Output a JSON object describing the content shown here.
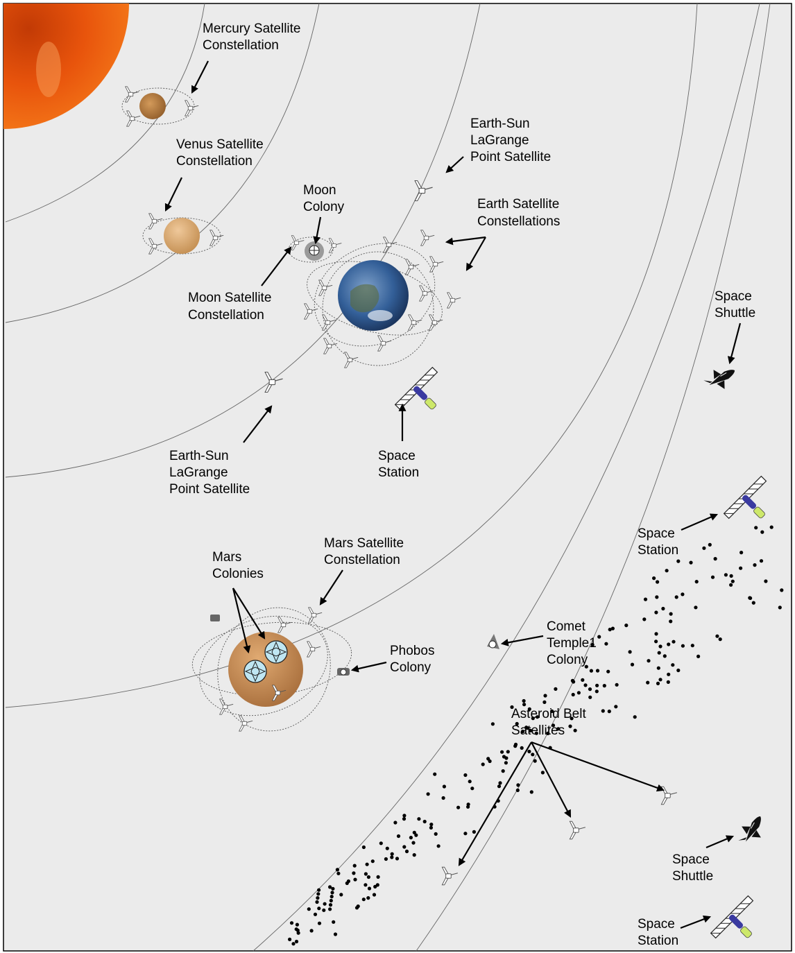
{
  "labels": {
    "mercury": [
      "Mercury Satellite",
      "Constellation"
    ],
    "venus": [
      "Venus Satellite",
      "Constellation"
    ],
    "lagrange_top": [
      "Earth-Sun",
      "LaGrange",
      "Point Satellite"
    ],
    "moon_colony": [
      "Moon",
      "Colony"
    ],
    "earth_constellations": [
      "Earth Satellite",
      "Constellations"
    ],
    "moon_constellation": [
      "Moon Satellite",
      "Constellation"
    ],
    "shuttle_top": [
      "Space",
      "Shuttle"
    ],
    "lagrange_bottom": [
      "Earth-Sun",
      "LaGrange",
      "Point Satellite"
    ],
    "station_earth": [
      "Space",
      "Station"
    ],
    "station_right": [
      "Space",
      "Station"
    ],
    "mars_colonies": [
      "Mars",
      "Colonies"
    ],
    "mars_constellation": [
      "Mars Satellite",
      "Constellation"
    ],
    "phobos": [
      "Phobos",
      "Colony"
    ],
    "comet": [
      "Comet",
      "Temple1",
      "Colony"
    ],
    "asteroid": [
      "Asteroid Belt",
      "Satellites"
    ],
    "shuttle_bottom": [
      "Space",
      "Shuttle"
    ],
    "station_bottom": [
      "Space",
      "Station"
    ]
  },
  "colors": {
    "background": "#ebebeb",
    "sun": "#e8540c",
    "mercury": "#b8793a",
    "venus": "#d9a868",
    "earth": "#2f5d95",
    "mars": "#c48a55",
    "station_truss": "#3a3aa0",
    "station_panel": "#cde86a"
  }
}
